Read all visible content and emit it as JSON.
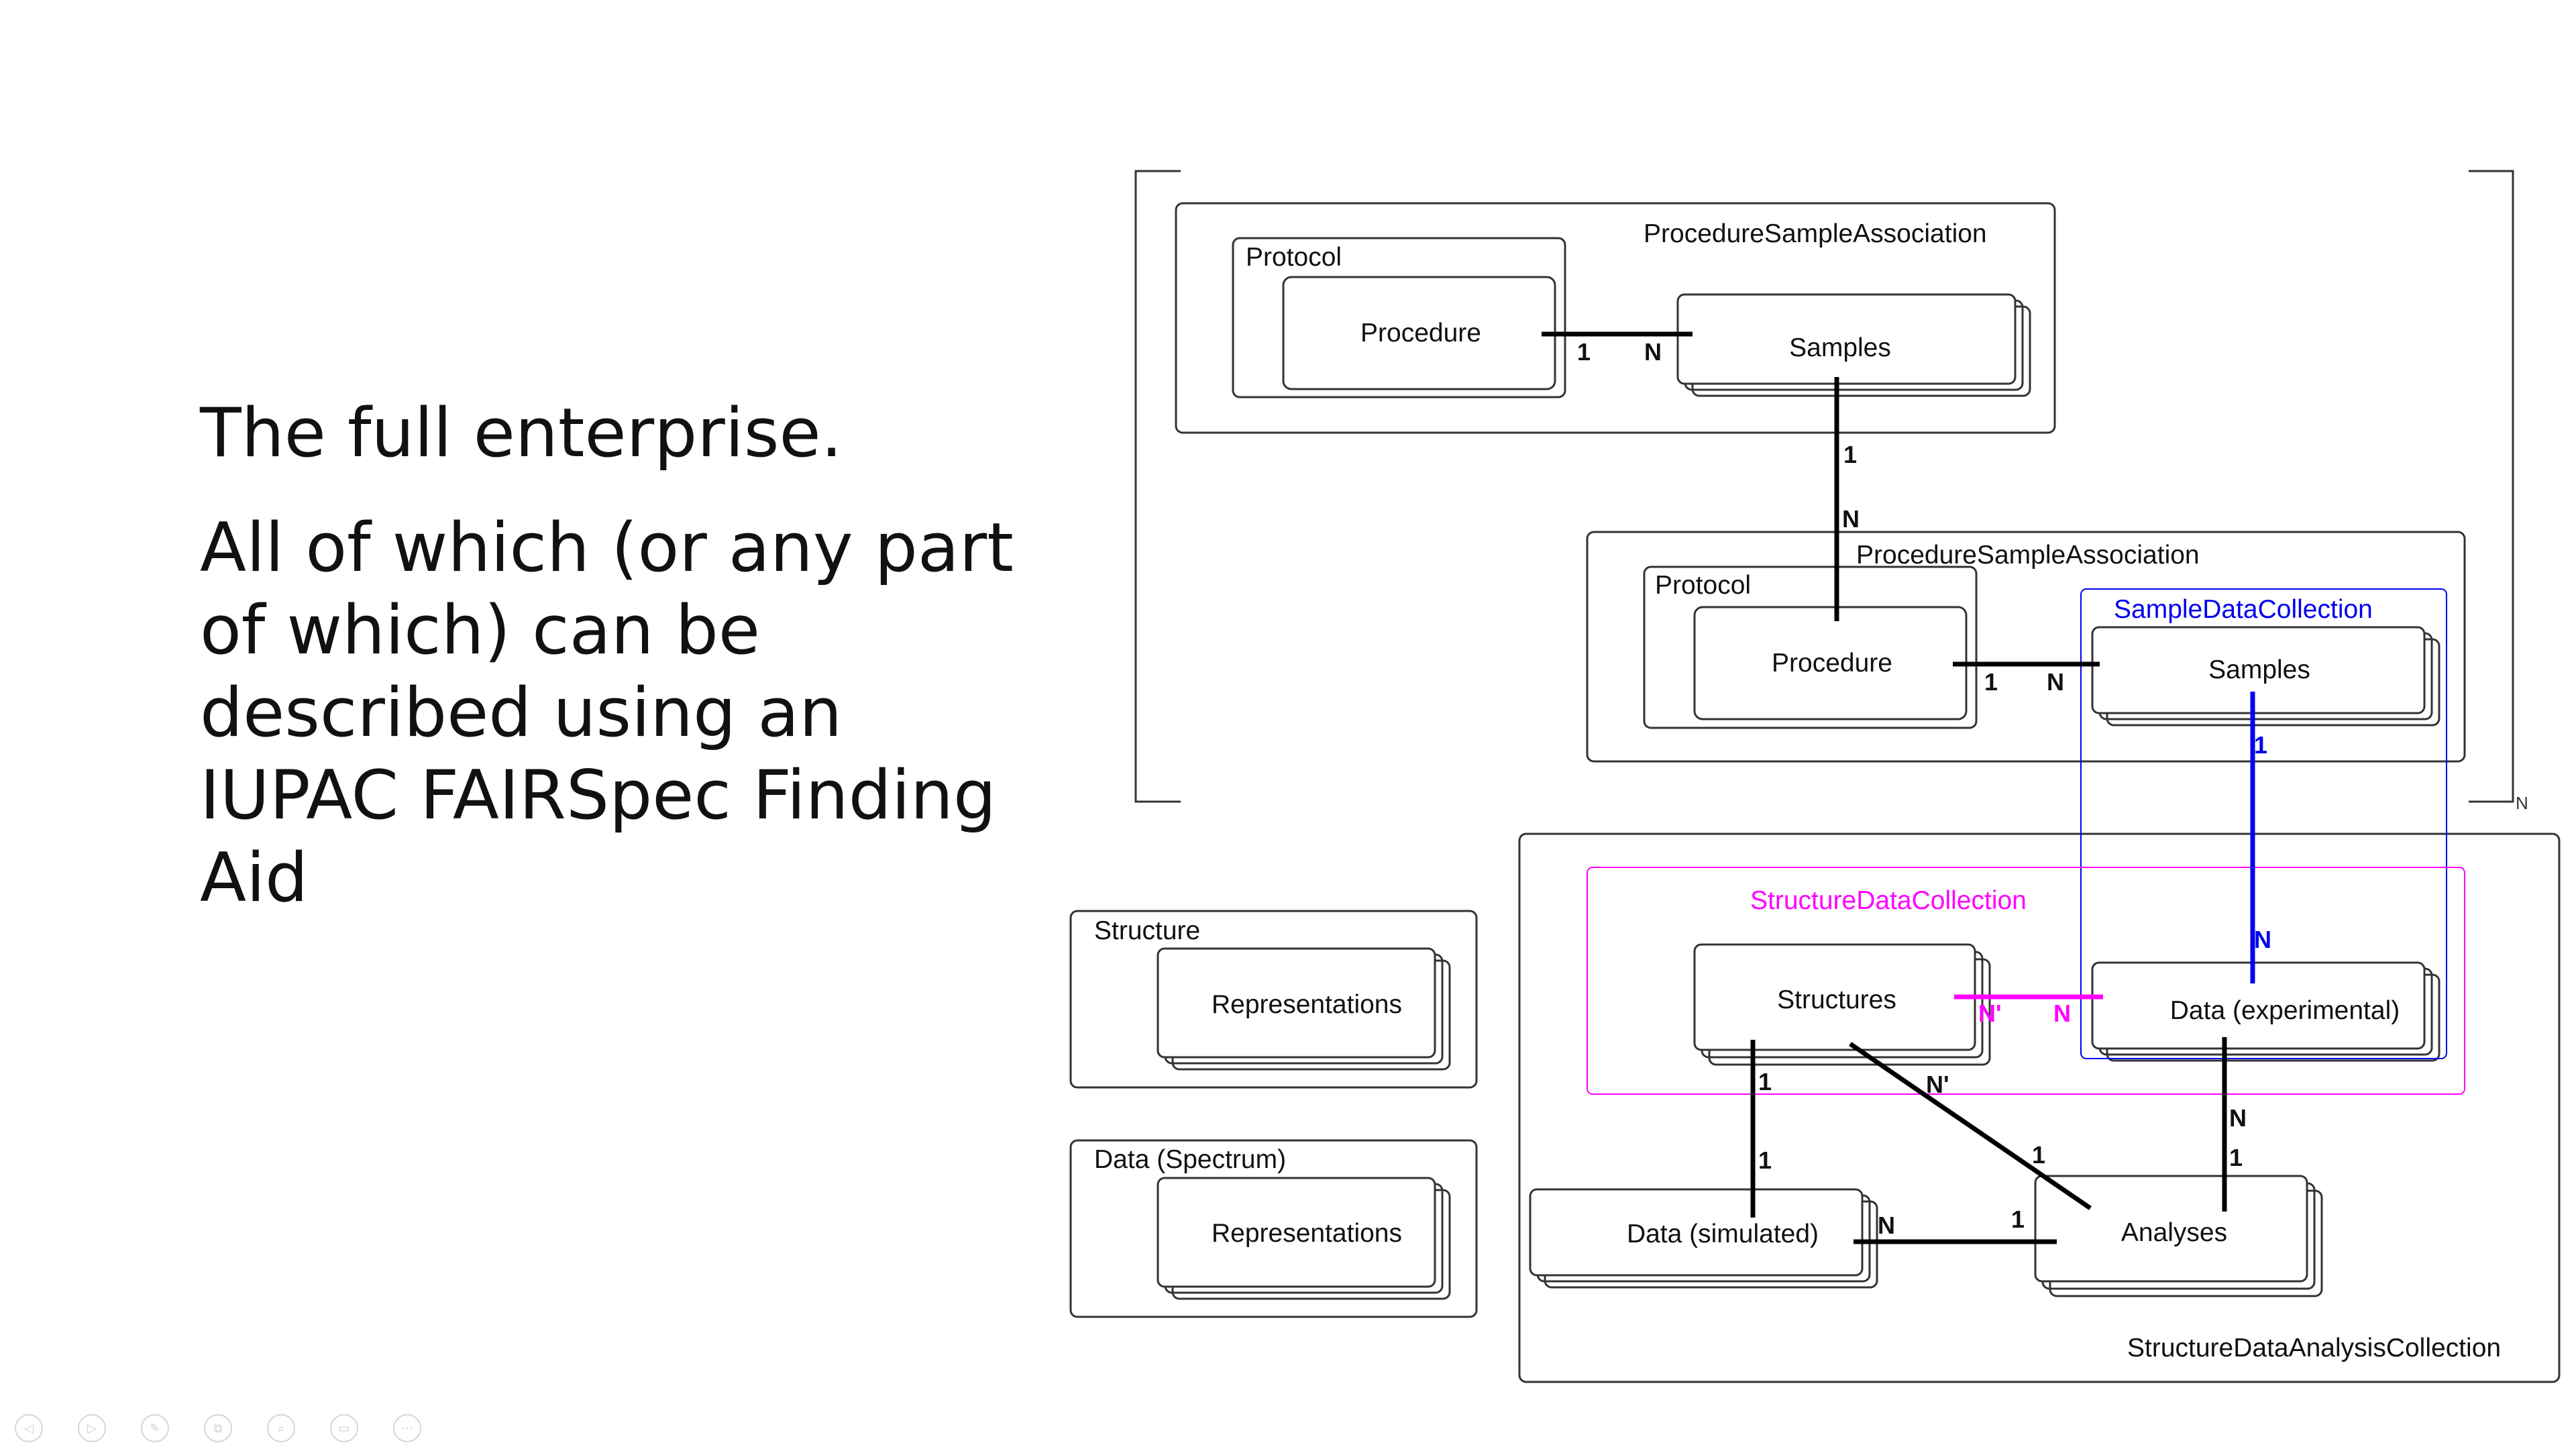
{
  "slide": {
    "heading": "The full enterprise.",
    "body": "All of which (or any part of which) can be described using an IUPAC FAIRSpec Finding Aid"
  },
  "diagram": {
    "colors": {
      "line": "#000000",
      "sample_data": "#0000ee",
      "structure_data": "#ff00ff"
    },
    "top_group": {
      "title": "ProcedureSampleAssociation",
      "protocol": "Protocol",
      "procedure": "Procedure",
      "samples": "Samples",
      "one": "1",
      "many": "N"
    },
    "link_top_mid": {
      "one": "1",
      "many": "N"
    },
    "repeat_bracket": {
      "count": "N"
    },
    "middle_group": {
      "title": "ProcedureSampleAssociation",
      "protocol": "Protocol",
      "procedure": "Procedure",
      "samples": "Samples",
      "one": "1",
      "many": "N"
    },
    "sample_data_collection": {
      "title": "SampleDataCollection",
      "one": "1",
      "many": "N"
    },
    "analysis_collection": {
      "title": "StructureDataAnalysisCollection",
      "structure_data_collection": "StructureDataCollection",
      "structures": "Structures",
      "data_experimental": "Data (experimental)",
      "data_simulated": "Data (simulated)",
      "analyses": "Analyses",
      "struct_to_exp_struct": "N'",
      "struct_to_exp_data": "N",
      "struct_to_sim_struct": "1",
      "struct_to_sim_data": "1",
      "struct_to_analysis_struct": "N'",
      "struct_to_analysis_analysis": "1",
      "exp_to_analysis_data": "N",
      "exp_to_analysis_analysis": "1",
      "sim_to_analysis_sim": "N",
      "sim_to_analysis_analysis": "1"
    },
    "legend": {
      "structure": {
        "title": "Structure",
        "representations": "Representations"
      },
      "data_spectrum": {
        "title": "Data (Spectrum)",
        "representations": "Representations"
      }
    }
  },
  "toolbar": {
    "previous_icon": "◁",
    "next_icon": "▷",
    "pen_icon": "✎",
    "slides_icon": "⧉",
    "zoom_icon": "⌕",
    "subtitles_icon": "▭",
    "more_icon": "⋯"
  }
}
